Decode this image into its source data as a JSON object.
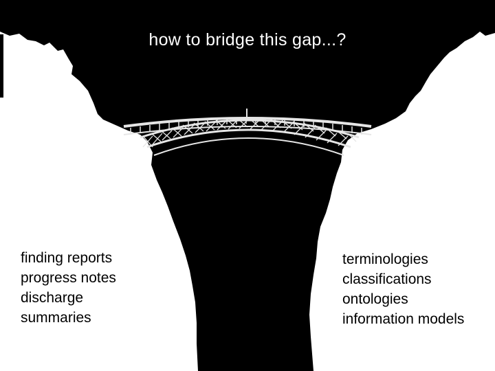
{
  "title": "how to bridge this gap...?",
  "left_items": [
    "finding reports",
    "progress notes",
    "discharge",
    "summaries"
  ],
  "right_items": [
    "terminologies",
    "classifications",
    "ontologies",
    "information models"
  ],
  "colors": {
    "background": "#000000",
    "cliffs": "#ffffff",
    "bridge": "#e6e6e6"
  }
}
